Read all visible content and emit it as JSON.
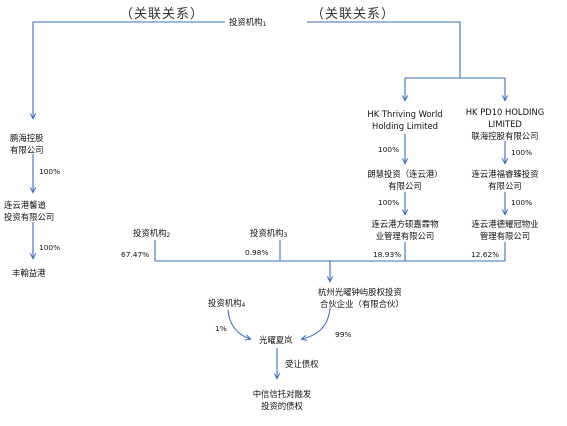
{
  "diagram": {
    "relation_labels": {
      "left": "（关联关系）",
      "right": "（关联关系）"
    },
    "nodes": {
      "investor1": {
        "name": "投资机构",
        "sub": "1"
      },
      "investor2": {
        "name": "投资机构",
        "sub": "2"
      },
      "investor3": {
        "name": "投资机构",
        "sub": "3"
      },
      "investor4": {
        "name": "投资机构",
        "sub": "4"
      },
      "penghai": {
        "line1": "鹏海控股",
        "line2": "有限公司"
      },
      "lianyungang_xindao": {
        "line1": "连云港馨道",
        "line2": "投资有限公司"
      },
      "fenghan": {
        "line1": "丰翰益港"
      },
      "hk_thriving": {
        "line1": "HK Thriving World",
        "line2": "Holding Limited"
      },
      "hk_pd10": {
        "line1": "HK PD10  HOLDING",
        "line2": "LIMITED",
        "line3": "联海控股有限公司"
      },
      "langhui": {
        "line1": "朗慧投资（连云港）",
        "line2": "有限公司"
      },
      "fuzhen": {
        "line1": "连云港福睿臻投资",
        "line2": "有限公司"
      },
      "fangshuo": {
        "line1": "连云港方硕嘉霖物",
        "line2": "业管理有限公司"
      },
      "deyao": {
        "line1": "连云港德耀冠物业",
        "line2": "管理有限公司"
      },
      "hangzhou_partnership": {
        "line1": "杭州光曜钟屿股权投资",
        "line2": "合伙企业（有限合伙）"
      },
      "guangyao": {
        "line1": "光曜夏岚"
      },
      "trust": {
        "line1": "中信信托对融发",
        "line2": "投资的债权"
      }
    },
    "edges": {
      "penghai_to_xindao": "100%",
      "xindao_to_fenghan": "100%",
      "thriving_to_langhui": "100%",
      "langhui_to_fangshuo": "100%",
      "pd10_to_fuzhen": "100%",
      "fuzhen_to_deyao": "100%",
      "investor2_stake": "67.47%",
      "investor3_stake": "0.98%",
      "fangshuo_stake": "18.93%",
      "deyao_stake": "12.62%",
      "investor4_stake": "1%",
      "partnership_stake": "99%",
      "guangyao_to_trust": "受让债权"
    }
  }
}
